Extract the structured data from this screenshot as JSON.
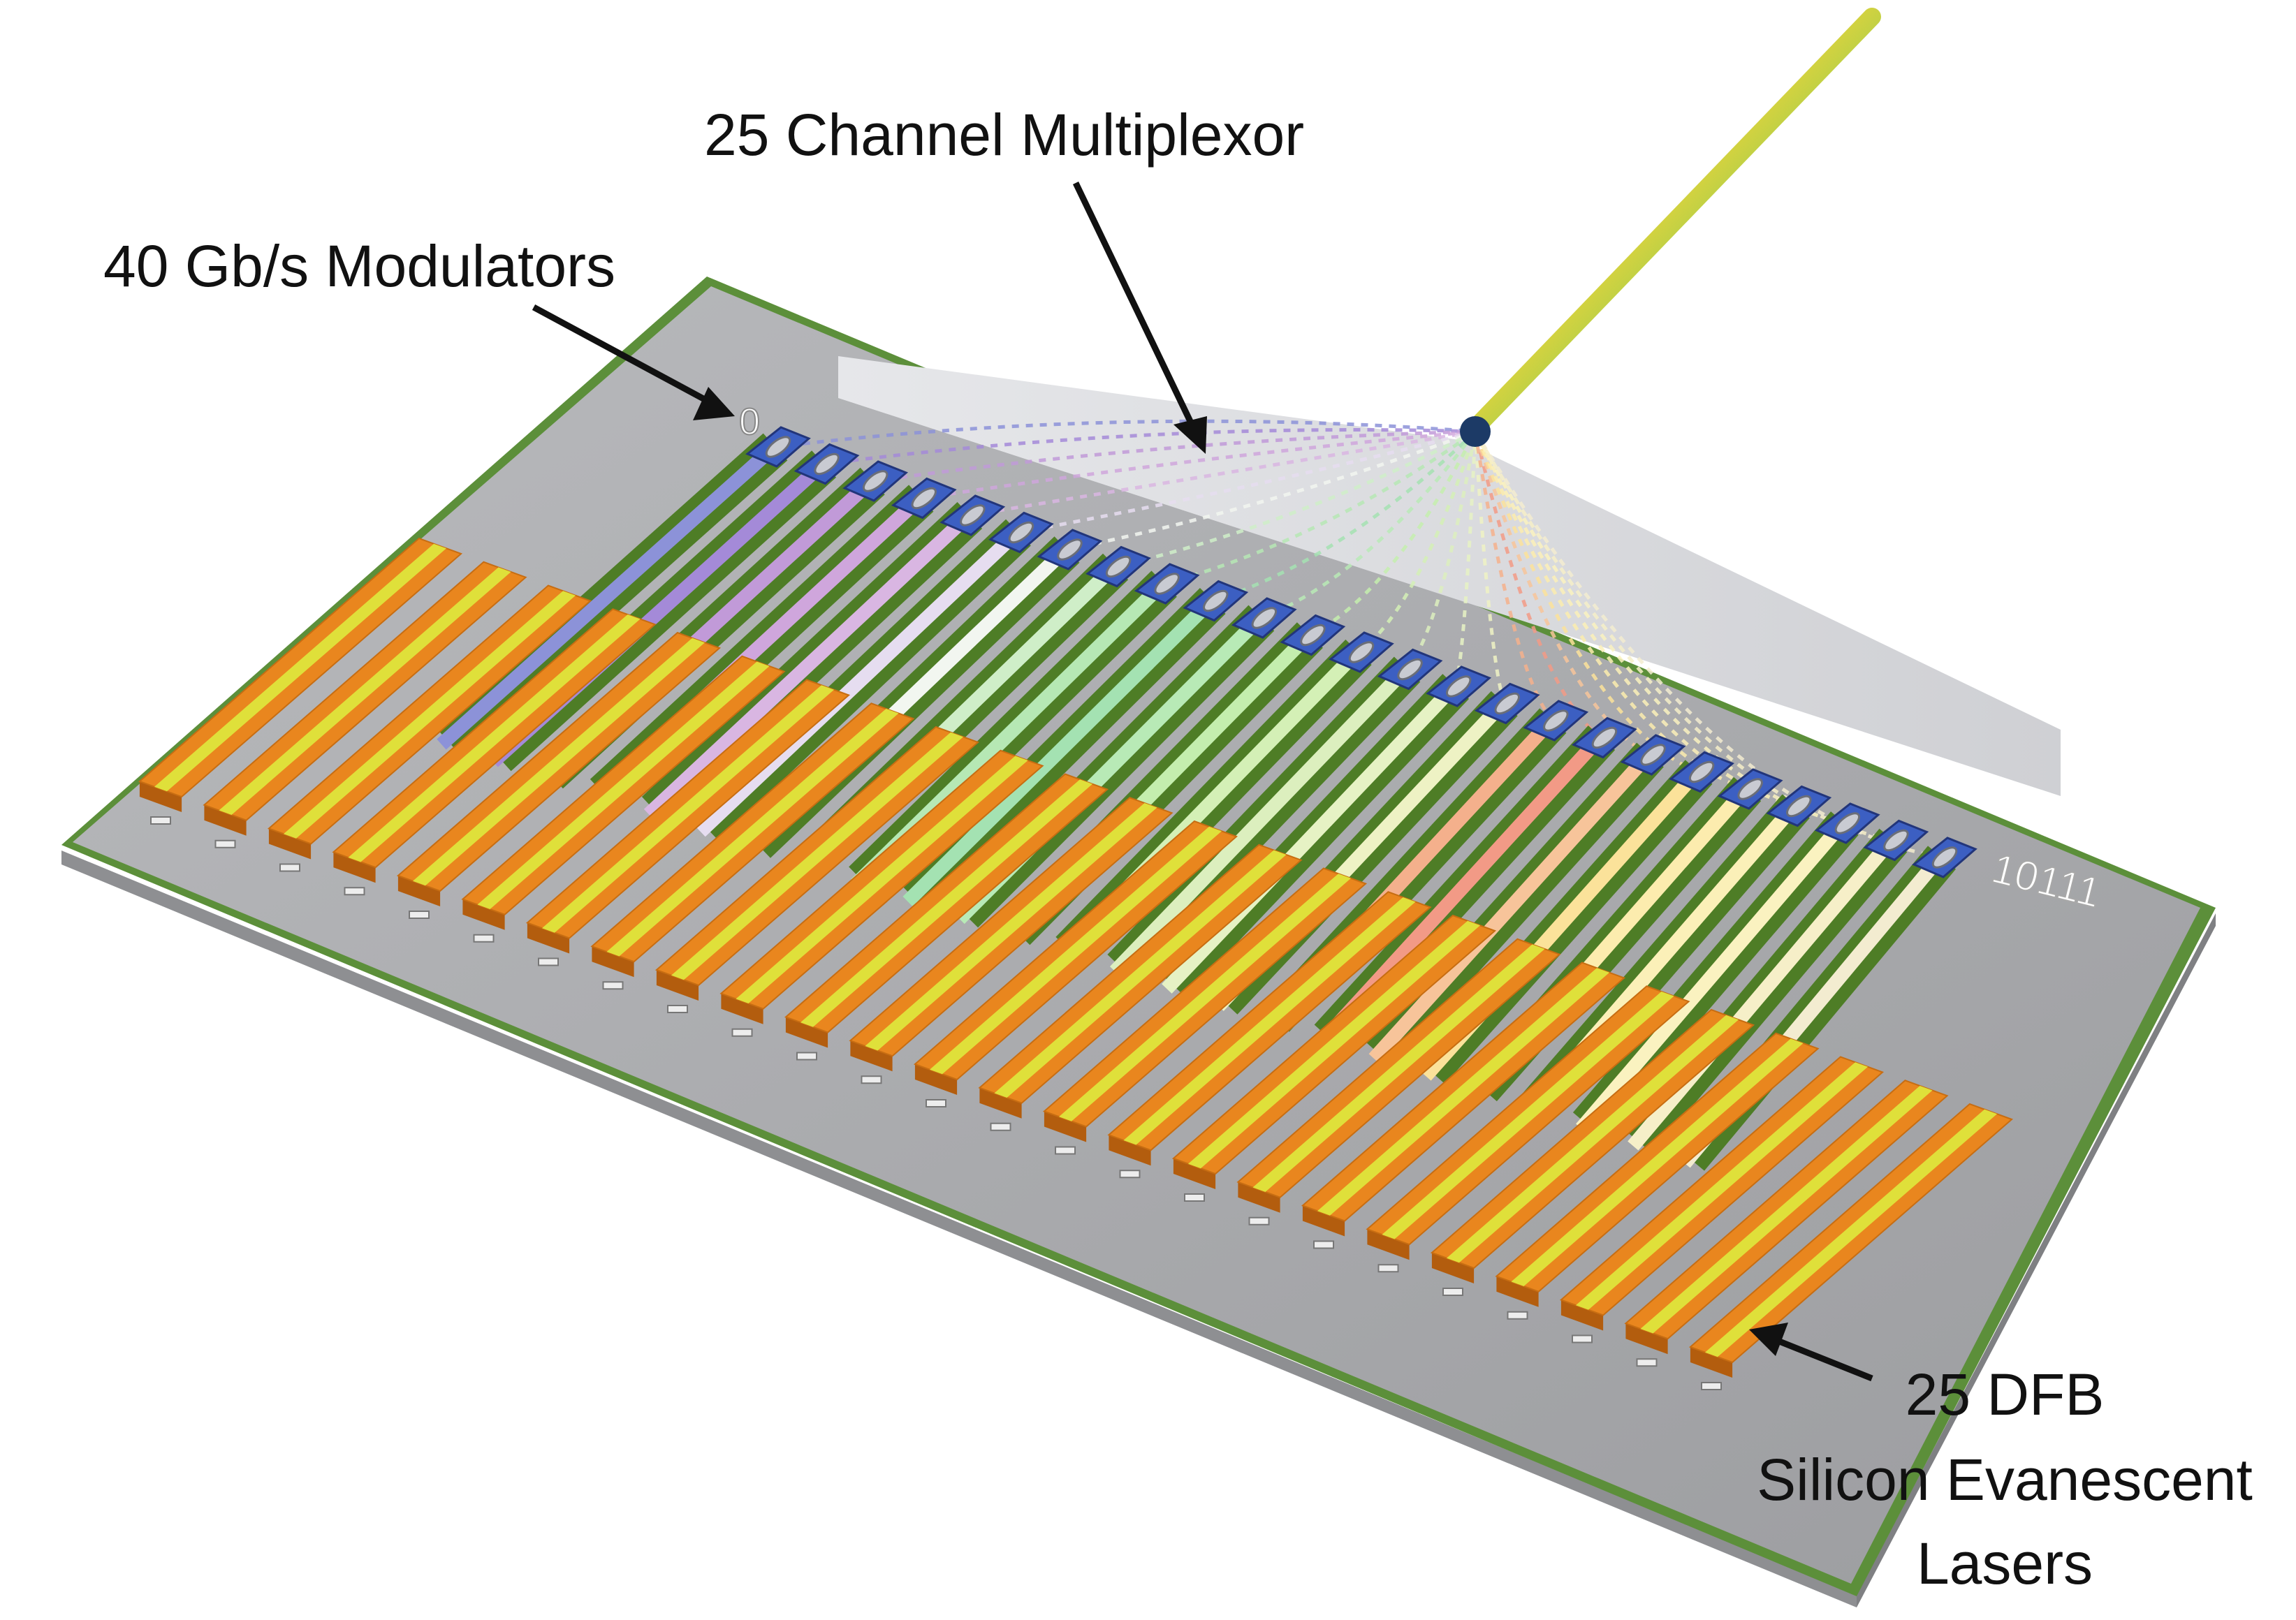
{
  "labels": {
    "multiplexor": "25 Channel Multiplexor",
    "modulators": "40 Gb/s Modulators",
    "lasers_line1": "25 DFB",
    "lasers_line2": "Silicon Evanescent",
    "lasers_line3": "Lasers"
  },
  "bit_labels": {
    "left": "0",
    "right": "10111"
  },
  "channel_count": 25,
  "waveguide_colors": [
    "#8c92d8",
    "#a48ad8",
    "#c19ad8",
    "#cfa6dc",
    "#d9b6e2",
    "#e6ddf0",
    "#f2f6f0",
    "#cfeec8",
    "#b6e8b4",
    "#a4e2b2",
    "#b8eab6",
    "#c4eeae",
    "#d4f0b6",
    "#dcefbe",
    "#e6f2c4",
    "#eef2c4",
    "#f4b08c",
    "#f29a86",
    "#f7c49a",
    "#fbe29a",
    "#fcecae",
    "#fbf0b8",
    "#faf2c0",
    "#f6efc8",
    "#f3ecd0"
  ],
  "colors": {
    "chip_top": "#a9aaad",
    "chip_edge": "#5c8f3a",
    "mux_region": "#d9dade",
    "waveguide_base": "#4e7d26",
    "modulator": "#3c5fc2",
    "laser_orange": "#e9861e",
    "laser_yellow": "#dfe03a",
    "fiber_start": "#6a5cc8",
    "fiber_end": "#e2c63a"
  }
}
